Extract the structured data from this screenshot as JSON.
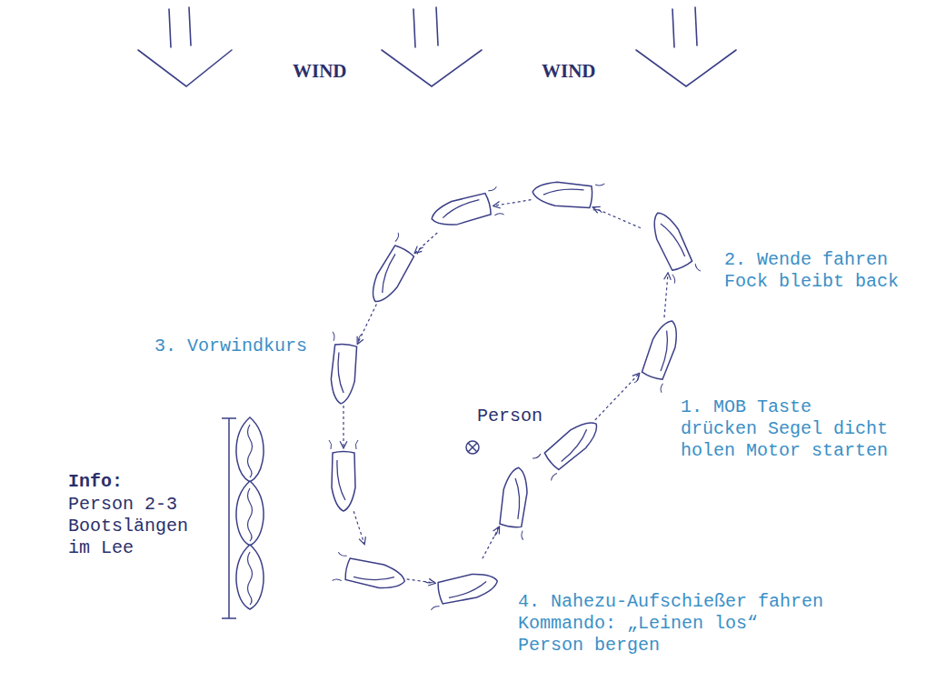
{
  "diagram": {
    "labels": [
      "WIND",
      "WIND",
      "2. Wende fahren Fock bleibt back",
      "3. Vorwindkurs",
      "Person",
      "1. MOB Taste drücken Segel dicht holen Motor starten",
      "Info:",
      "Person 2-3 Bootslängen im Lee",
      "4. Nahezu-Aufschießer fahren Kommando: „Leinen los“ Person bergen"
    ]
  }
}
